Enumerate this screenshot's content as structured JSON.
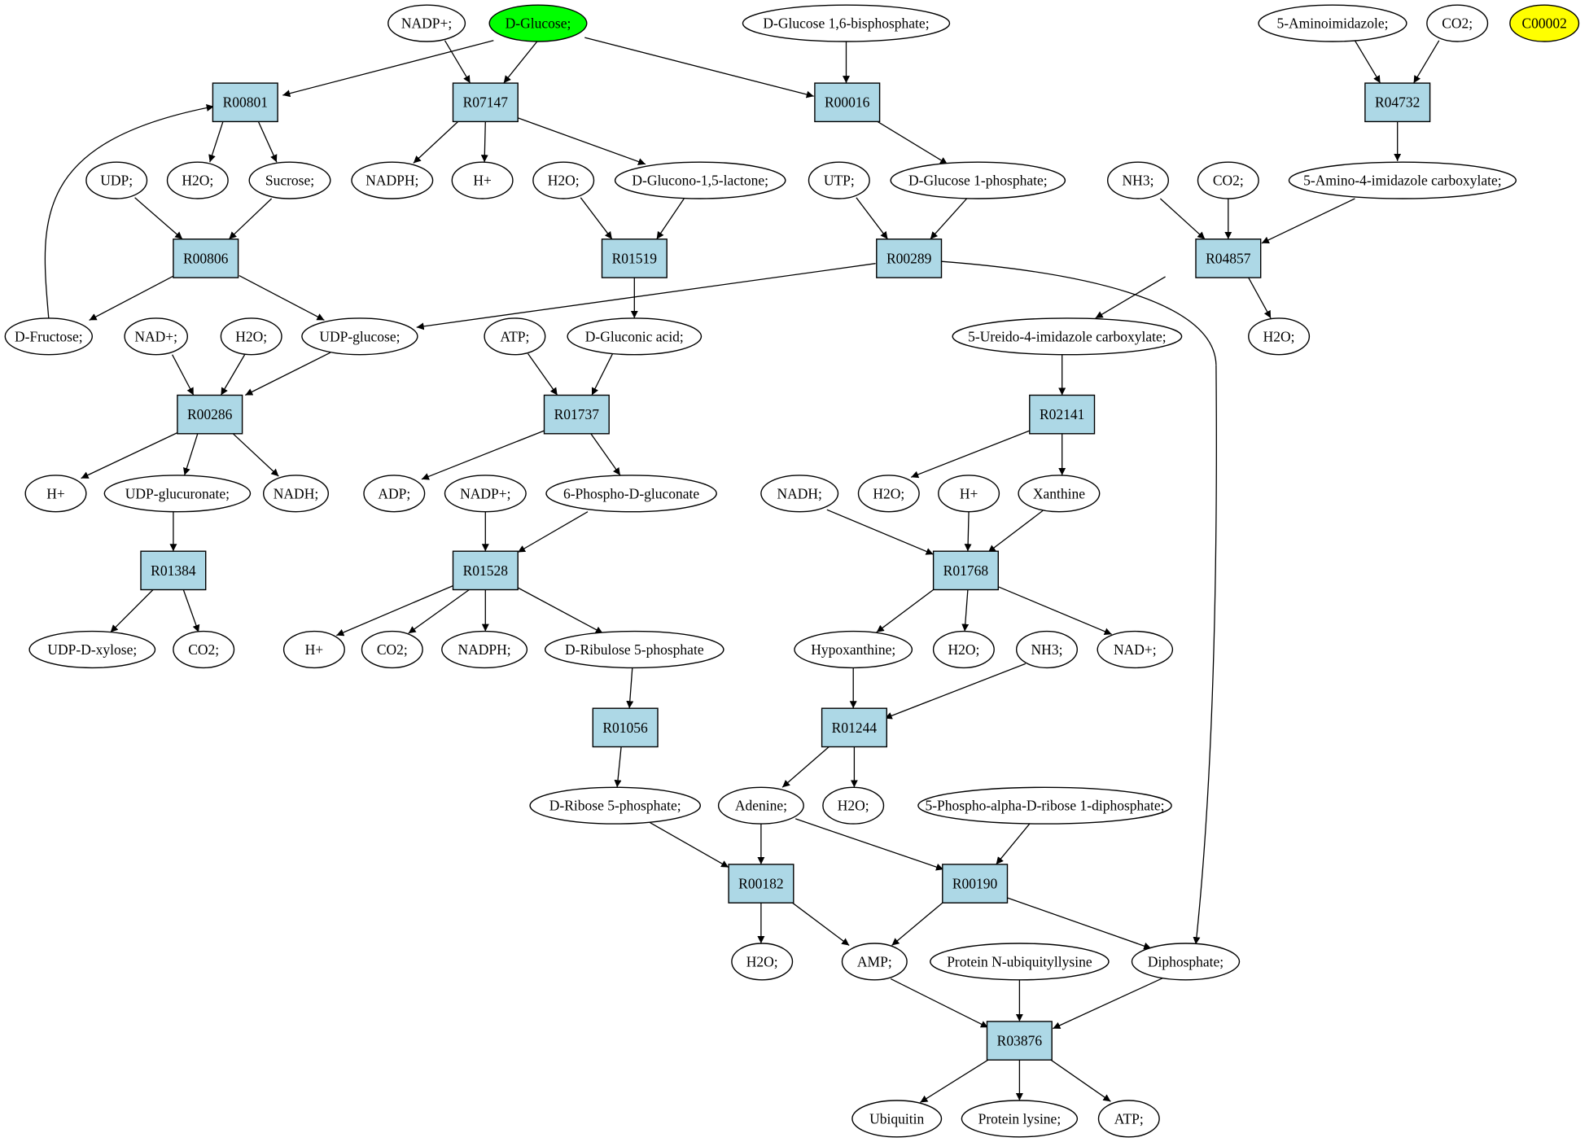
{
  "graph": {
    "compounds": {
      "nadp_top": "NADP+;",
      "glucose": "D-Glucose;",
      "g16bp": "D-Glucose 1,6-bisphosphate;",
      "aminoimid": "5-Aminoimidazole;",
      "co2_top": "CO2;",
      "c00002": "C00002",
      "udp": "UDP;",
      "h2o_a": "H2O;",
      "sucrose": "Sucrose;",
      "nadph_a": "NADPH;",
      "hplus_a": "H+",
      "h2o_b": "H2O;",
      "glucono": "D-Glucono-1,5-lactone;",
      "utp": "UTP;",
      "g1p": "D-Glucose 1-phosphate;",
      "nh3_a": "NH3;",
      "co2_b": "CO2;",
      "aaic": "5-Amino-4-imidazole carboxylate;",
      "fructose": "D-Fructose;",
      "nad_a": "NAD+;",
      "h2o_c": "H2O;",
      "udpglc": "UDP-glucose;",
      "atp_a": "ATP;",
      "gluconic": "D-Gluconic acid;",
      "ureido": "5-Ureido-4-imidazole carboxylate;",
      "h2o_d": "H2O;",
      "hplus_b": "H+",
      "udpglcu": "UDP-glucuronate;",
      "nadh_a": "NADH;",
      "adp": "ADP;",
      "nadp_b": "NADP+;",
      "pgluconate": "6-Phospho-D-gluconate",
      "nadh_b": "NADH;",
      "h2o_e": "H2O;",
      "hplus_c": "H+",
      "xanthine": "Xanthine",
      "udpxyl": "UDP-D-xylose;",
      "co2_c": "CO2;",
      "hplus_d": "H+",
      "co2_d": "CO2;",
      "nadph_b": "NADPH;",
      "ru5p": "D-Ribulose 5-phosphate",
      "hypox": "Hypoxanthine;",
      "h2o_f": "H2O;",
      "nh3_b": "NH3;",
      "nad_b": "NAD+;",
      "r5p": "D-Ribose 5-phosphate;",
      "adenine": "Adenine;",
      "h2o_g": "H2O;",
      "prpp": "5-Phospho-alpha-D-ribose 1-diphosphate;",
      "h2o_h": "H2O;",
      "amp": "AMP;",
      "protubq": "Protein N-ubiquityllysine",
      "diphos": "Diphosphate;",
      "ubiquitin": "Ubiquitin",
      "protlys": "Protein lysine;",
      "atp_b": "ATP;"
    },
    "reactions": {
      "R00801": "R00801",
      "R07147": "R07147",
      "R00016": "R00016",
      "R04732": "R04732",
      "R00806": "R00806",
      "R01519": "R01519",
      "R00289": "R00289",
      "R04857": "R04857",
      "R00286": "R00286",
      "R01737": "R01737",
      "R02141": "R02141",
      "R01384": "R01384",
      "R01528": "R01528",
      "R01768": "R01768",
      "R01056": "R01056",
      "R01244": "R01244",
      "R00182": "R00182",
      "R00190": "R00190",
      "R03876": "R03876"
    },
    "colors": {
      "highlight_green": "#00ff00",
      "highlight_yellow": "#ffff00",
      "reaction_fill": "#add8e6",
      "compound_fill": "#ffffff"
    }
  }
}
